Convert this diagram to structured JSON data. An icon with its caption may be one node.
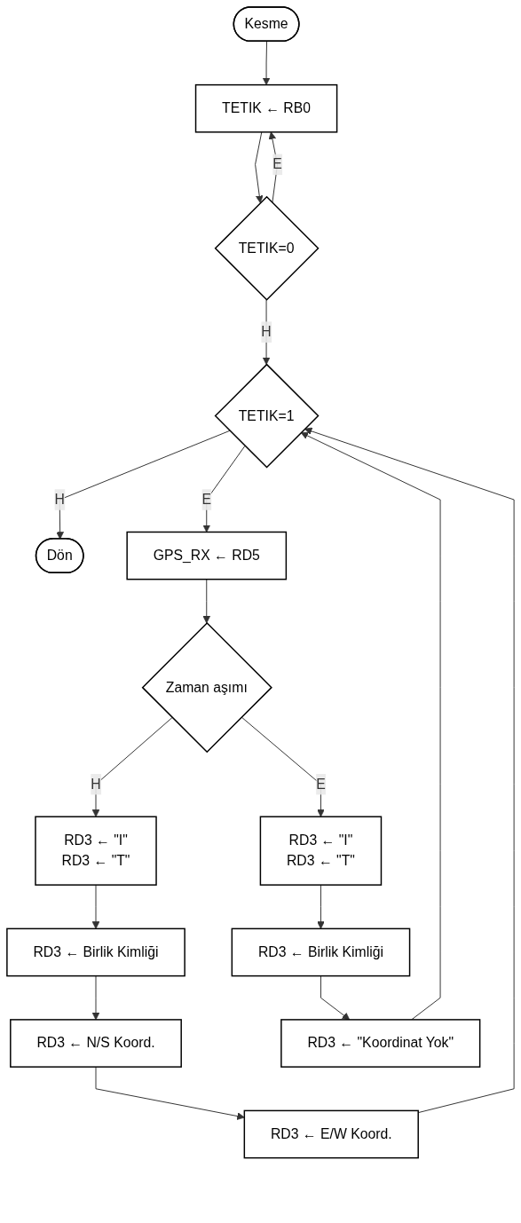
{
  "diagram": {
    "nodes": [
      {
        "text": [
          "Kesme"
        ]
      },
      {
        "text": [
          "TETIK ← RB0"
        ]
      },
      {
        "text": [
          "TETIK=0"
        ]
      },
      {
        "text": [
          "TETIK=1"
        ]
      },
      {
        "text": [
          "Dön"
        ]
      },
      {
        "text": [
          "GPS_RX ← RD5"
        ]
      },
      {
        "text": [
          "Zaman aşımı"
        ]
      },
      {
        "text": [
          "RD3 ← \"I\"",
          "RD3 ← \"T\""
        ]
      },
      {
        "text": [
          "RD3 ← Birlik Kimliği"
        ]
      },
      {
        "text": [
          "RD3 ← N/S Koord."
        ]
      },
      {
        "text": [
          "RD3 ← E/W Koord."
        ]
      },
      {
        "text": [
          "RD3 ← \"I\"",
          "RD3 ← \"T\""
        ]
      },
      {
        "text": [
          "RD3 ← Birlik Kimliği"
        ]
      },
      {
        "text": [
          "RD3 ← \"Koordinat Yok\""
        ]
      }
    ],
    "edges": [
      {
        "from": 0,
        "to": 1,
        "arrow": "to"
      },
      {
        "from": 1,
        "to": 2,
        "arrow": "to"
      },
      {
        "from": 2,
        "to": 1,
        "arrow": "to",
        "label": "E"
      },
      {
        "from": 2,
        "to": 3,
        "arrow": "to",
        "label": "H"
      },
      {
        "from": 3,
        "to": 4,
        "arrow": "to",
        "label": "H"
      },
      {
        "from": 3,
        "to": 5,
        "arrow": "to",
        "label": "E"
      },
      {
        "from": 5,
        "to": 6,
        "arrow": "to"
      },
      {
        "from": 6,
        "to": 7,
        "arrow": "to",
        "label": "H"
      },
      {
        "from": 6,
        "to": 11,
        "arrow": "to",
        "label": "E"
      },
      {
        "from": 7,
        "to": 8,
        "arrow": "to"
      },
      {
        "from": 8,
        "to": 9,
        "arrow": "to"
      },
      {
        "from": 9,
        "to": 10,
        "arrow": "to"
      },
      {
        "from": 10,
        "to": 3,
        "arrow": "to"
      },
      {
        "from": 11,
        "to": 12,
        "arrow": "to"
      },
      {
        "from": 12,
        "to": 13,
        "arrow": "to"
      },
      {
        "from": 13,
        "to": 3,
        "arrow": "to"
      }
    ]
  }
}
